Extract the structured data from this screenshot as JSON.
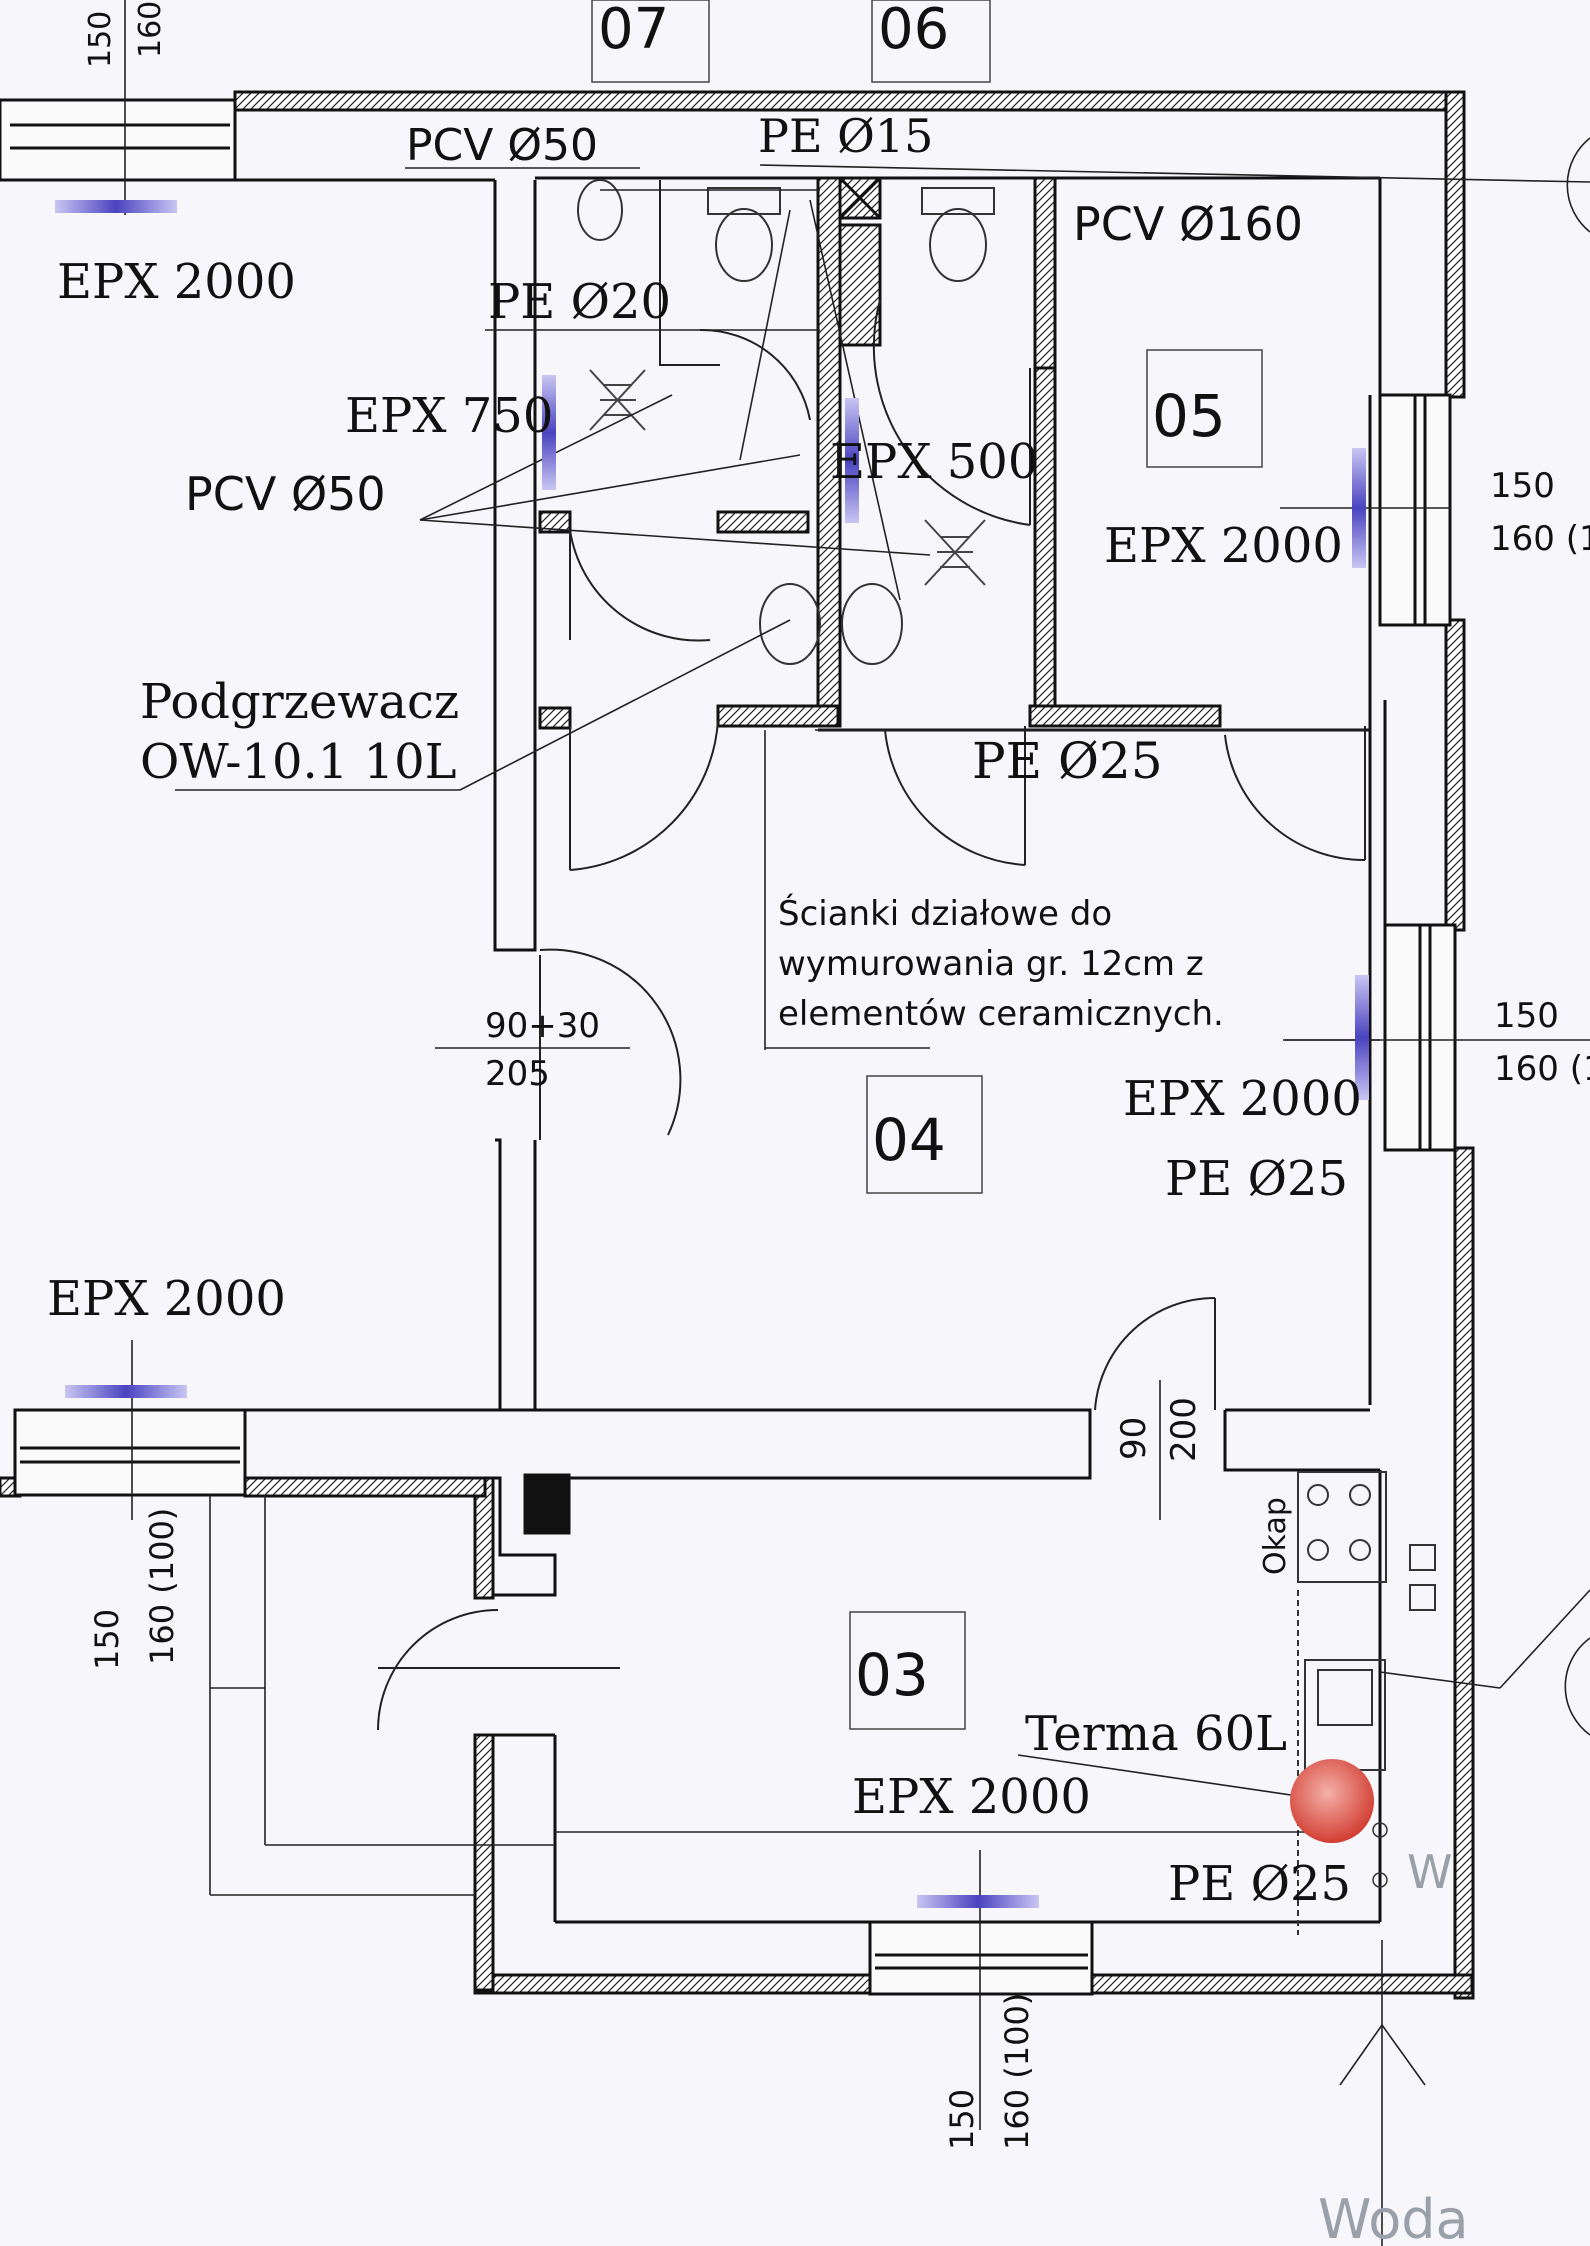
{
  "rooms": {
    "r07": "07",
    "r06": "06",
    "r05": "05",
    "r04": "04",
    "r03": "03"
  },
  "labels": {
    "pcv50_top": "PCV Ø50",
    "pe15": "PE Ø15",
    "pcv160": "PCV Ø160",
    "epx2000_nw": "EPX 2000",
    "pe20": "PE Ø20",
    "epx750": "EPX 750",
    "pcv50_mid": "PCV Ø50",
    "epx500": "EPX 500",
    "epx2000_r05": "EPX 2000",
    "heater_line1": "Podgrzewacz",
    "heater_line2": "OW-10.1 10L",
    "pe25_corridor": "PE Ø25",
    "note_line1": "Ścianki działowe do",
    "note_line2": "wymurowania gr. 12cm z",
    "note_line3": "elementów ceramicznych.",
    "epx2000_r04": "EPX 2000",
    "pe25_r04": "PE Ø25",
    "epx2000_west": "EPX 2000",
    "okap": "Okap",
    "terma": "Terma 60L",
    "epx2000_r03": "EPX 2000",
    "pe25_r03": "PE Ø25",
    "water_w": "W",
    "woda": "Woda"
  },
  "dimensions": {
    "top_left_a": "150",
    "top_left_b": "160",
    "r05_window_a": "150",
    "r05_window_b": "160 (1",
    "r04_window_a": "150",
    "r04_window_b": "160 (1",
    "door_w": "90+30",
    "door_h": "205",
    "door2_w": "90",
    "door2_h": "200",
    "west_window_a": "150",
    "west_window_b": "160 (100)",
    "south_window_a": "150",
    "south_window_b": "160 (100)"
  },
  "colors": {
    "wall": "#111111",
    "radiator": "#5b55c8",
    "boiler": "#d9463c",
    "paper": "#f7f7fb"
  }
}
